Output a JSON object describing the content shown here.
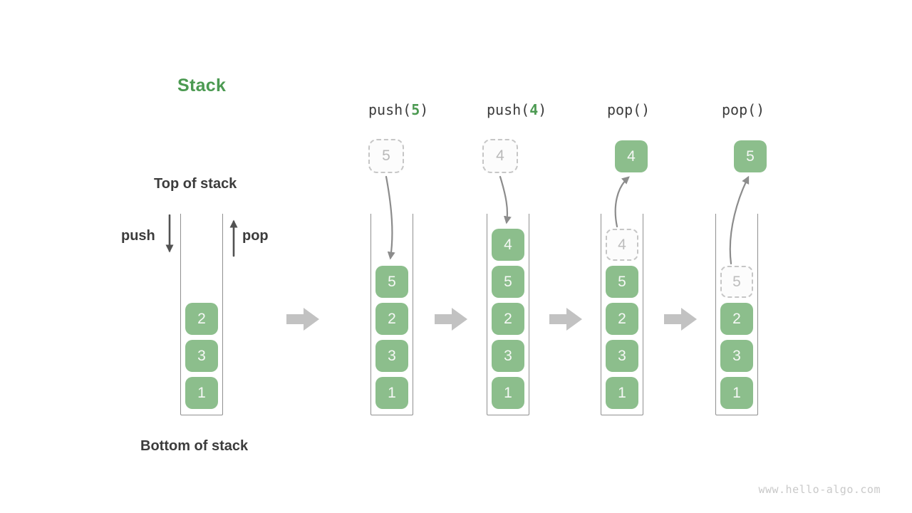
{
  "page": {
    "title": "Stack",
    "watermark": "www.hello-algo.com"
  },
  "colors": {
    "title_green": "#4c9a52",
    "box_green": "#8cbe8c",
    "box_text": "#f5f8f5",
    "dark_text": "#3c3c3c",
    "ghost_border": "#c6c6c6",
    "ghost_text": "#b9b9b9",
    "curve_arrow_gray": "#8c8c8c",
    "straight_arrow_gray": "#525252",
    "block_arrow_gray": "#c2c2c2",
    "container_wall_gray": "#8f8f8f",
    "watermark_gray": "#c9c9c9"
  },
  "initial": {
    "top_label": "Top of stack",
    "bottom_label": "Bottom of stack",
    "push_label": "push",
    "pop_label": "pop",
    "items": [
      "2",
      "3",
      "1"
    ]
  },
  "operations": [
    {
      "label": {
        "name": "push(",
        "arg": "5",
        "close": ")"
      },
      "floater": {
        "value": "5",
        "variant": "ghost"
      },
      "arrow": "down",
      "stack": [
        {
          "value": "5",
          "variant": "solid"
        },
        {
          "value": "2",
          "variant": "solid"
        },
        {
          "value": "3",
          "variant": "solid"
        },
        {
          "value": "1",
          "variant": "solid"
        }
      ]
    },
    {
      "label": {
        "name": "push(",
        "arg": "4",
        "close": ")"
      },
      "floater": {
        "value": "4",
        "variant": "ghost"
      },
      "arrow": "down",
      "stack": [
        {
          "value": "4",
          "variant": "solid"
        },
        {
          "value": "5",
          "variant": "solid"
        },
        {
          "value": "2",
          "variant": "solid"
        },
        {
          "value": "3",
          "variant": "solid"
        },
        {
          "value": "1",
          "variant": "solid"
        }
      ]
    },
    {
      "label": {
        "name": "pop(",
        "arg": "",
        "close": ")"
      },
      "floater": {
        "value": "4",
        "variant": "solid"
      },
      "arrow": "up",
      "stack": [
        {
          "value": "4",
          "variant": "ghost"
        },
        {
          "value": "5",
          "variant": "solid"
        },
        {
          "value": "2",
          "variant": "solid"
        },
        {
          "value": "3",
          "variant": "solid"
        },
        {
          "value": "1",
          "variant": "solid"
        }
      ]
    },
    {
      "label": {
        "name": "pop(",
        "arg": "",
        "close": ")"
      },
      "floater": {
        "value": "5",
        "variant": "solid"
      },
      "arrow": "up",
      "stack": [
        {
          "value": "5",
          "variant": "ghost"
        },
        {
          "value": "2",
          "variant": "solid"
        },
        {
          "value": "3",
          "variant": "solid"
        },
        {
          "value": "1",
          "variant": "solid"
        }
      ]
    }
  ]
}
